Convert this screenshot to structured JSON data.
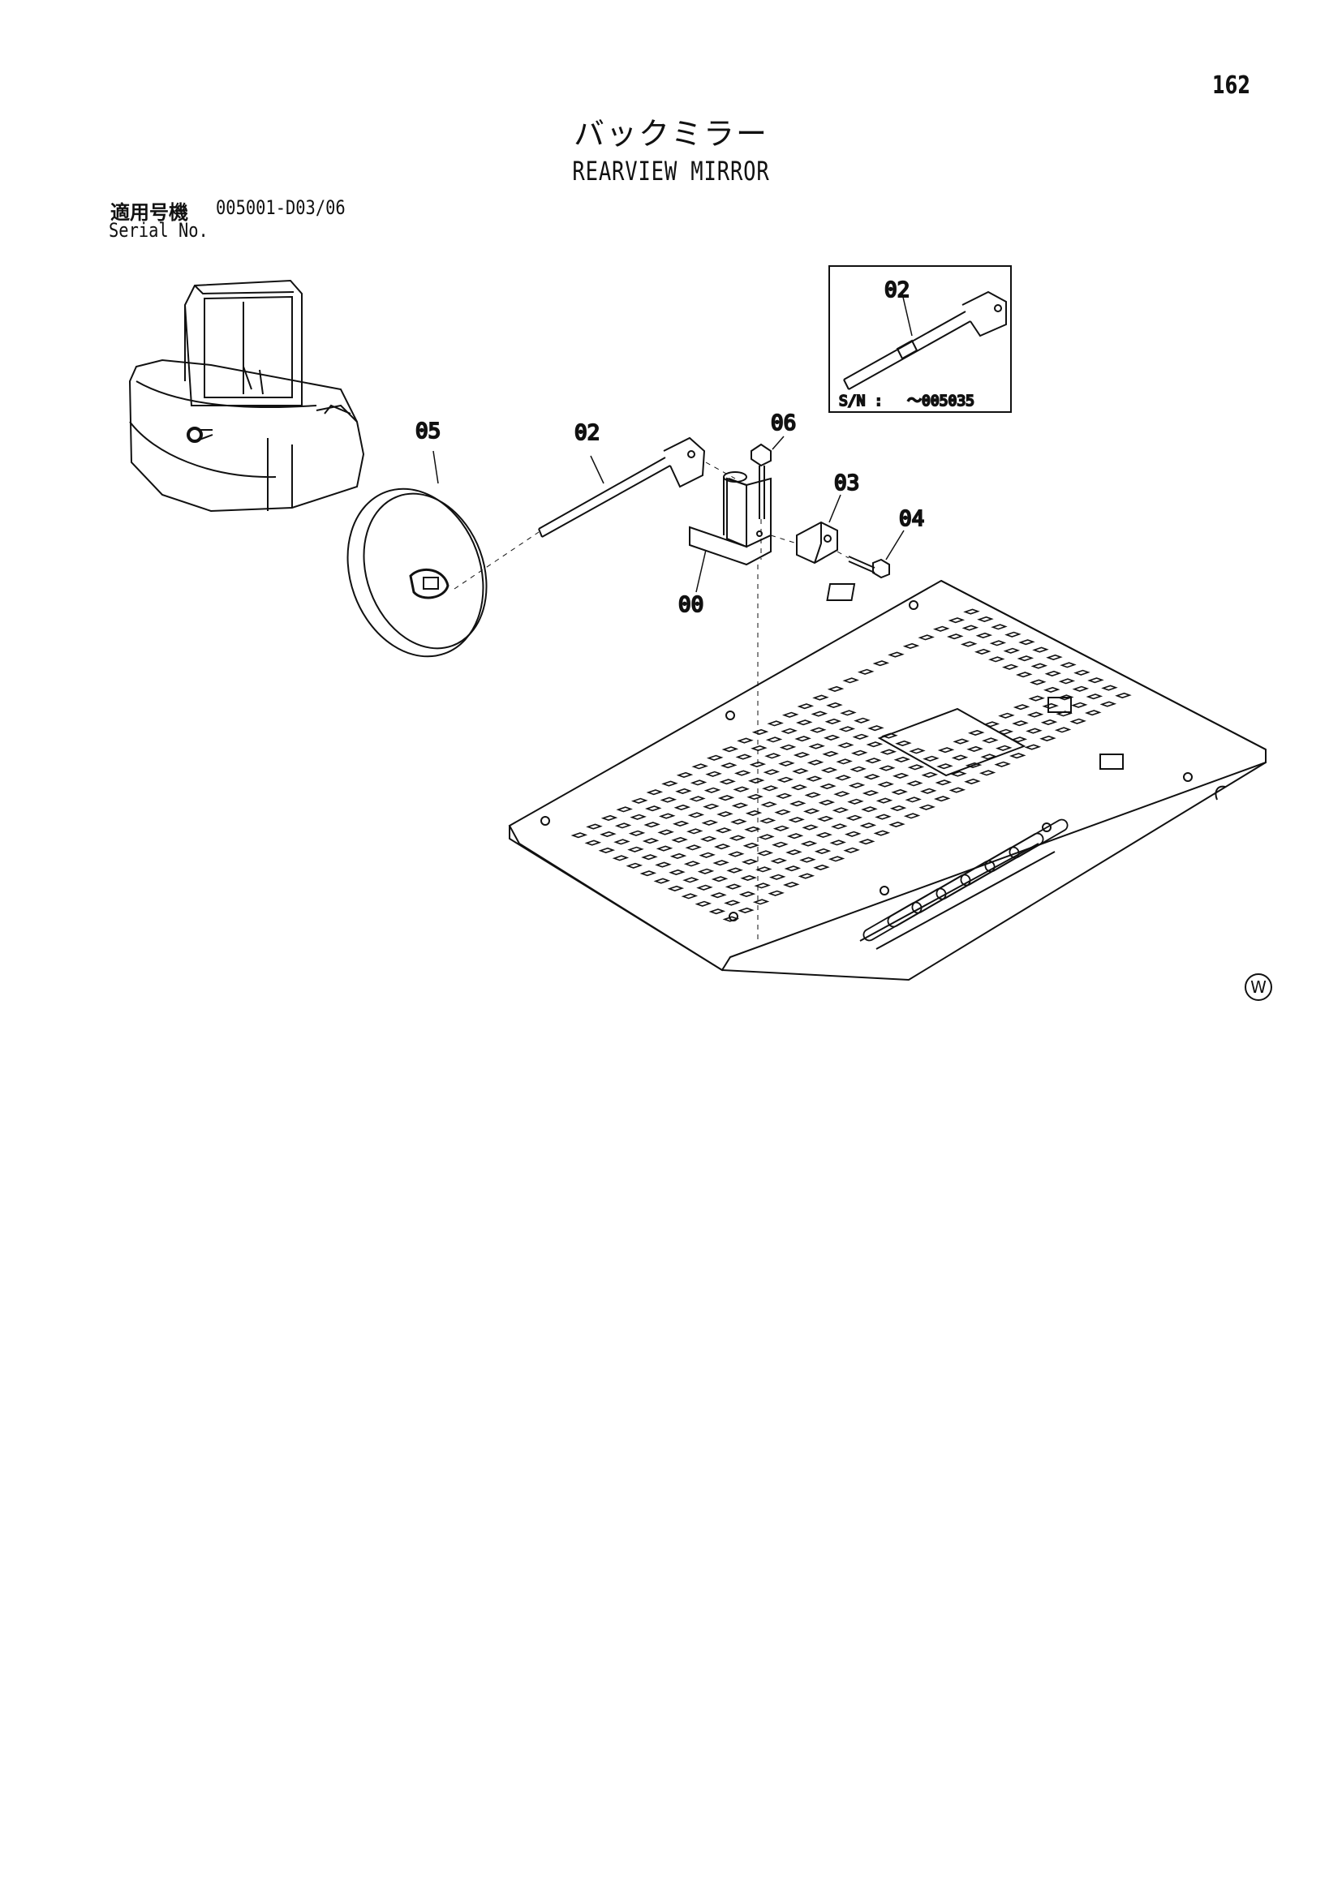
{
  "page": {
    "number": "162",
    "title_ja": "バックミラー",
    "title_en": "REARVIEW MIRROR"
  },
  "serial": {
    "label_ja": "適用号機",
    "code": "005001-D03/06",
    "label_en": "Serial No."
  },
  "inset": {
    "part_label": "02",
    "serial_prefix": "S/N :",
    "serial_range": "～005035"
  },
  "callouts": {
    "c05": "05",
    "c02": "02",
    "c06": "06",
    "c03": "03",
    "c04": "04",
    "c00": "00"
  },
  "mark": "W"
}
